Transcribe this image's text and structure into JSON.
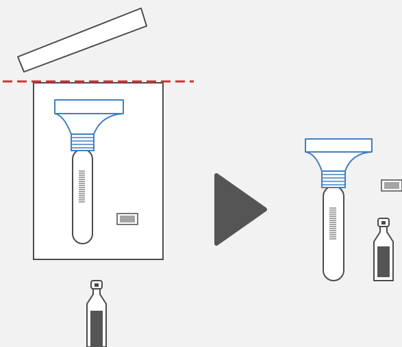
{
  "diagram": {
    "colors": {
      "background": "#f2f2f2",
      "outline": "#4a4a4a",
      "swab_blue": "#3e7fc1",
      "cut_line_red": "#d32f3a",
      "arrow_gray": "#555555",
      "liquid_gray": "#555555",
      "paper_white": "#ffffff"
    },
    "steps": [
      {
        "name": "open-package",
        "shows": [
          "pouch",
          "torn-strip",
          "tear-line",
          "swab-with-tube",
          "label-sticker",
          "ampoule"
        ]
      },
      {
        "name": "contents-removed",
        "shows": [
          "swab-with-tube",
          "label-sticker",
          "ampoule"
        ]
      }
    ],
    "icons": {
      "arrow": "play-triangle-icon",
      "swab": "swab-tube-icon",
      "ampoule": "ampoule-vial-icon",
      "label": "barcode-label-icon"
    }
  }
}
